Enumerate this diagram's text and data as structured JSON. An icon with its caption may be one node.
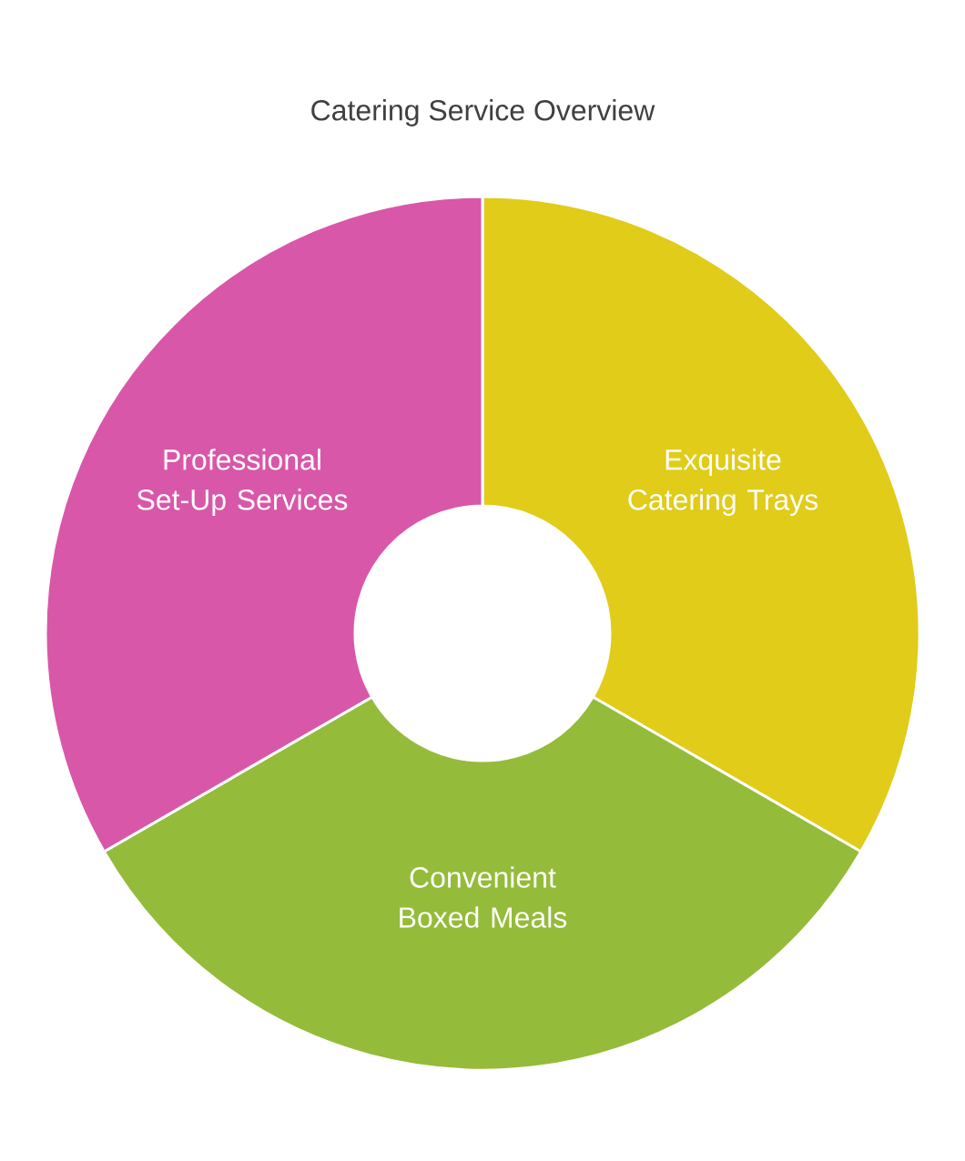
{
  "diagram": {
    "title": "Catering Service Overview",
    "nodes": [
      {
        "text": [
          "Exquisite Catering Trays"
        ]
      },
      {
        "text": [
          "Convenient Boxed Meals"
        ]
      },
      {
        "text": [
          "Professional Set-Up Services"
        ]
      }
    ]
  }
}
